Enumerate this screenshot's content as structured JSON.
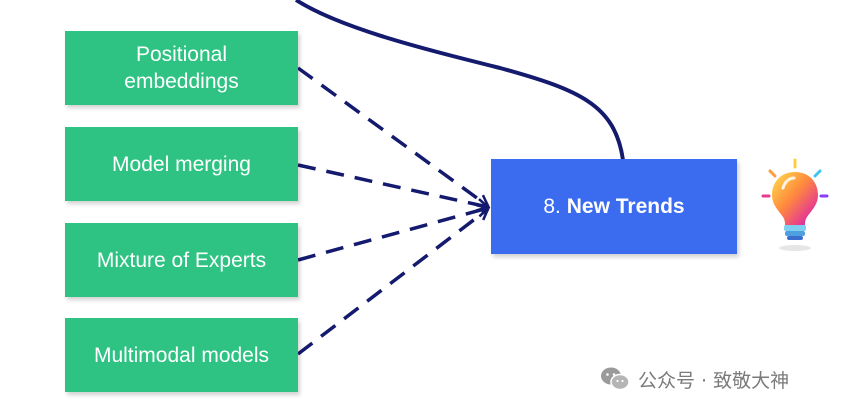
{
  "diagram": {
    "inputs": [
      {
        "label": "Positional\nembeddings"
      },
      {
        "label": "Model merging"
      },
      {
        "label": "Mixture of Experts"
      },
      {
        "label": "Multimodal models"
      }
    ],
    "target": {
      "prefix": "8.",
      "label": "New Trends"
    },
    "colors": {
      "input_box": "#2ec383",
      "target_box": "#3b6cf0",
      "arrows": "#141a6e"
    },
    "icon": "lightbulb-icon"
  },
  "watermark": {
    "icon": "wechat-icon",
    "text": "公众号 · 致敬大神"
  }
}
